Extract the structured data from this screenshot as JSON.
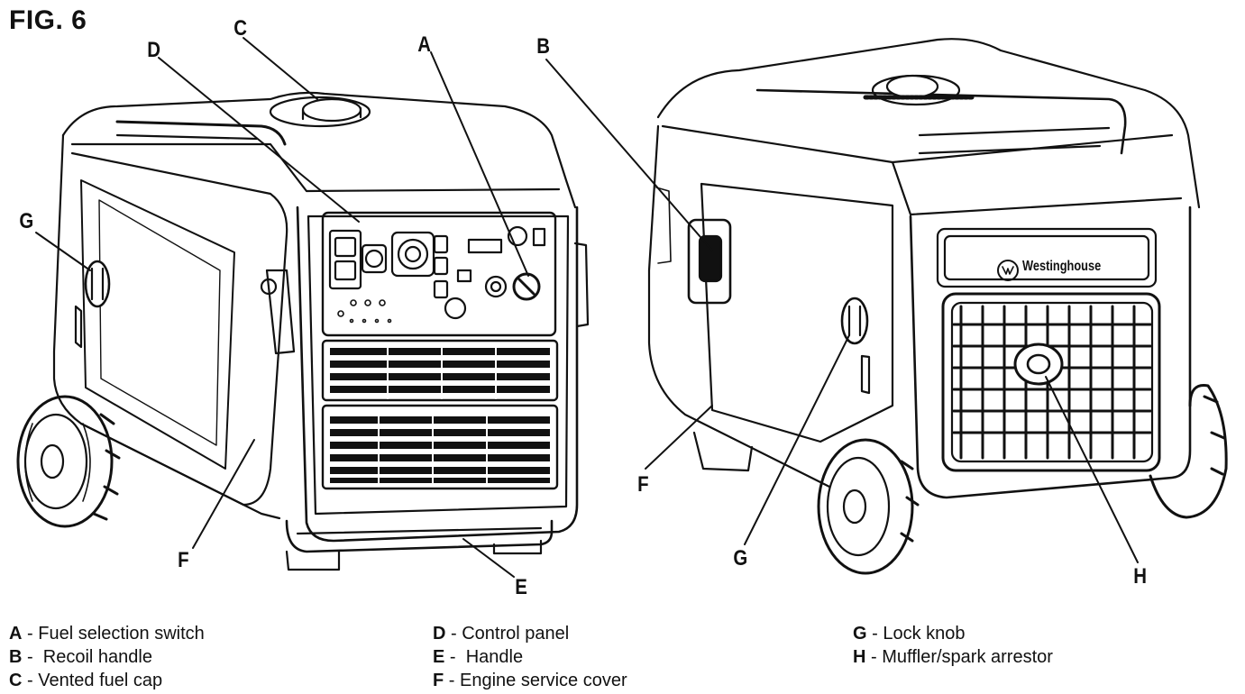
{
  "figure": {
    "title": "FIG. 6"
  },
  "callouts": {
    "A": "A",
    "B": "B",
    "C": "C",
    "D": "D",
    "E": "E",
    "F1": "F",
    "F2": "F",
    "G1": "G",
    "G2": "G",
    "H": "H"
  },
  "front_brand": "Westinghouse",
  "legend": {
    "col1": [
      {
        "key": "A",
        "sep": " - ",
        "text": "Fuel selection switch"
      },
      {
        "key": "B",
        "sep": " -  ",
        "text": "Recoil handle"
      },
      {
        "key": "C",
        "sep": " - ",
        "text": "Vented fuel cap"
      }
    ],
    "col2": [
      {
        "key": "D",
        "sep": " - ",
        "text": "Control panel"
      },
      {
        "key": "E",
        "sep": " -  ",
        "text": "Handle"
      },
      {
        "key": "F",
        "sep": " - ",
        "text": "Engine service cover"
      }
    ],
    "col3": [
      {
        "key": "G",
        "sep": " - ",
        "text": "Lock knob"
      },
      {
        "key": "H",
        "sep": " - ",
        "text": "Muffler/spark arrestor"
      }
    ]
  }
}
